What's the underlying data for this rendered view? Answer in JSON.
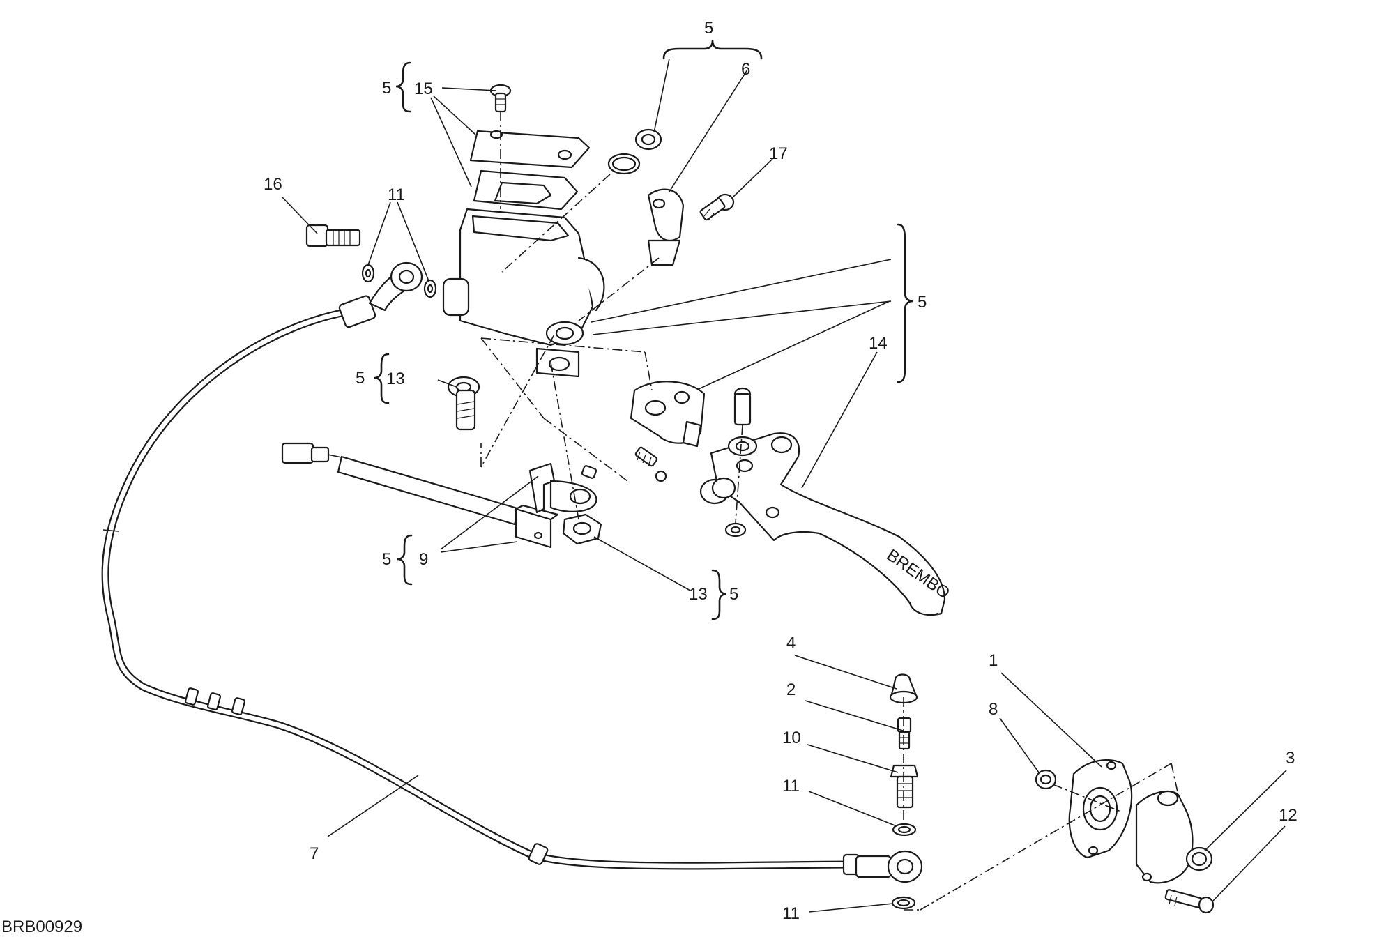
{
  "drawing_code": "BRB00929",
  "group_label": "5",
  "callouts": {
    "c1": "1",
    "c2": "2",
    "c3": "3",
    "c4": "4",
    "c5": "5",
    "c6": "6",
    "c7": "7",
    "c8": "8",
    "c9": "9",
    "c10": "10",
    "c11": "11",
    "c12": "12",
    "c13": "13",
    "c14": "14",
    "c15": "15",
    "c16": "16",
    "c17": "17"
  },
  "lever_marking": "BREMBO"
}
